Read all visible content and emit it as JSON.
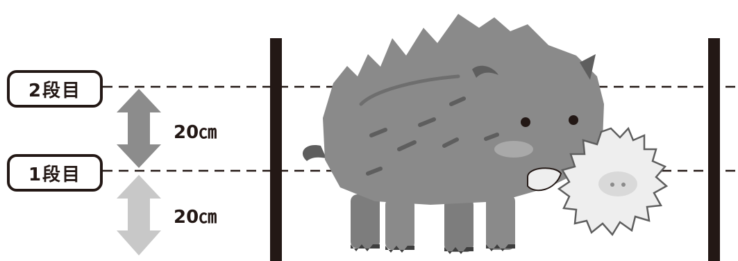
{
  "tiers": [
    {
      "label": "2段目",
      "spacing_label": "20㎝"
    },
    {
      "label": "1段目",
      "spacing_label": "20㎝"
    }
  ],
  "colors": {
    "ink": "#231815",
    "upper_arrow": "#8c8c8c",
    "lower_arrow": "#c8c8c8",
    "boar_body": "#8a8a8a",
    "boar_dark": "#5e5e5e",
    "boar_light": "#a9a9a9",
    "cheek": "#c8c8c8"
  },
  "icons": [
    "wild-boar-illustration",
    "double-arrow-icon",
    "electric-shock-burst-icon"
  ]
}
